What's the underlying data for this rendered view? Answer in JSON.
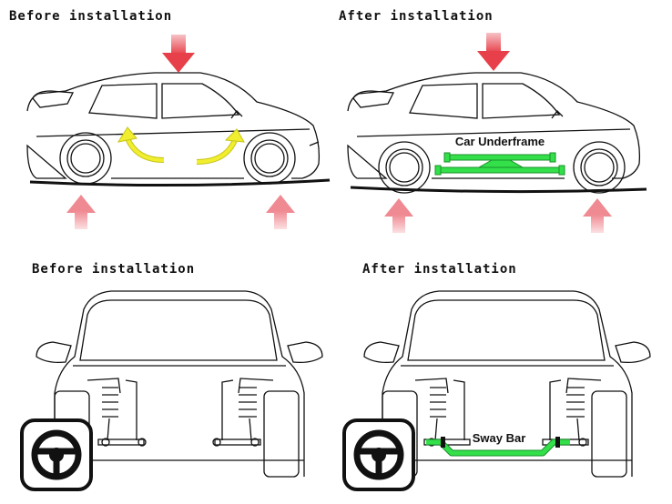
{
  "panels": {
    "top_left": {
      "caption": "Before installation"
    },
    "top_right": {
      "caption": "After installation",
      "part_label": "Car Underframe"
    },
    "bottom_left": {
      "caption": "Before installation"
    },
    "bottom_right": {
      "caption": "After installation",
      "part_label": "Sway Bar"
    }
  },
  "colors": {
    "arrow_red": "#e8404a",
    "arrow_pink": "#f2a8ae",
    "flex_arrow_yellow": "#f0ee2e",
    "part_green": "#33e04a",
    "outline": "#111111"
  },
  "icons": [
    "steering-wheel-icon",
    "down-arrow-icon",
    "up-arrow-icon",
    "curved-arrow-icon"
  ]
}
